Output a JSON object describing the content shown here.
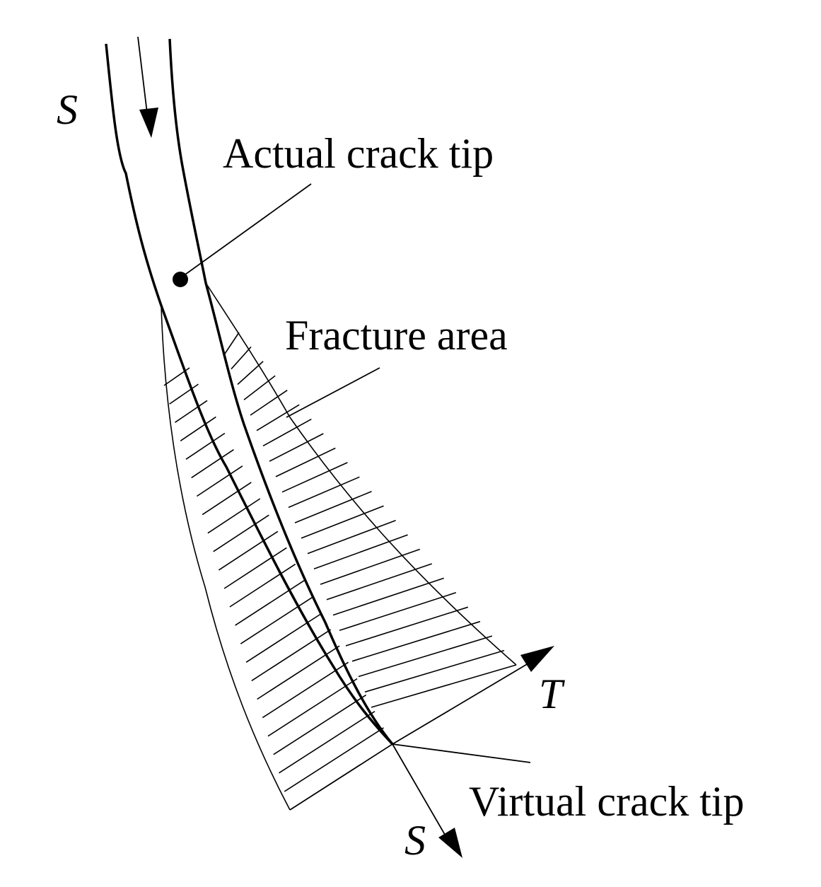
{
  "labels": {
    "s_top": "S",
    "actual_tip": "Actual crack tip",
    "fracture_area": "Fracture area",
    "t_axis": "T",
    "virtual_tip": "Virtual crack tip",
    "s_bottom": "S"
  },
  "colors": {
    "ink": "#000000",
    "background": "#ffffff"
  }
}
